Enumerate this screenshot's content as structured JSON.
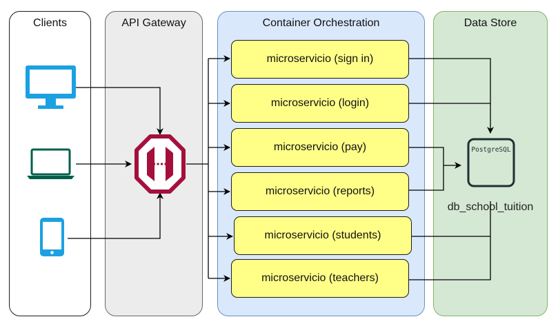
{
  "lanes": {
    "clients": "Clients",
    "gateway": "API Gateway",
    "orchestration": "Container Orchestration",
    "datastore": "Data Store"
  },
  "microservices": [
    "microservicio (sign in)",
    "microservicio (login)",
    "microservicio (pay)",
    "microservicio (reports)",
    "microservicio (students)",
    "microservicio (teachers)"
  ],
  "database": {
    "engine_label": "PostgreSQL",
    "name": "db_school_tuition"
  },
  "clients": [
    "desktop-monitor",
    "laptop",
    "mobile-phone"
  ],
  "colors": {
    "client_icon_blue": "#1ba1e2",
    "laptop_green": "#005f4b",
    "gateway_red": "#a50f3c",
    "microservice_fill": "#ffff88",
    "orchestration_fill": "#dae8fc",
    "datastore_fill": "#d5e8d4",
    "gateway_fill": "#ececec"
  }
}
